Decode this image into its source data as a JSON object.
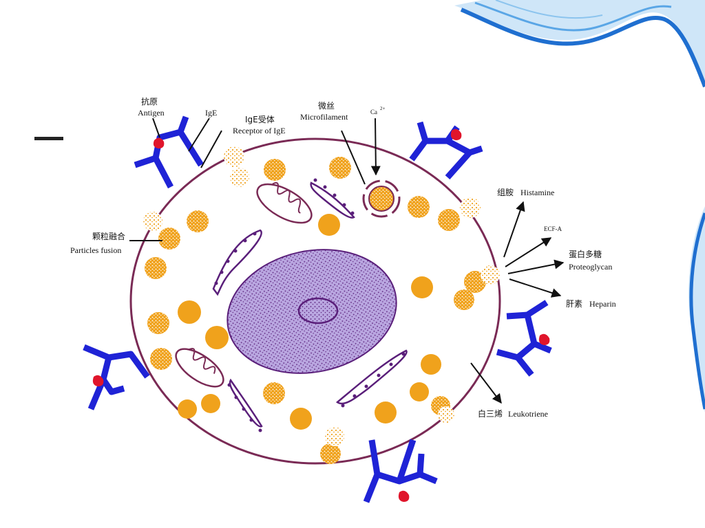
{
  "colors": {
    "membrane": "#7a2a55",
    "granule": "#f0a21c",
    "antibody": "#1f23d6",
    "antigen": "#e0152b",
    "nucleus": "#b9a6e0",
    "organelle": "#5a1f7a",
    "swirl": "#1f6fd0"
  },
  "labels": {
    "antigen_cn": "抗原",
    "antigen_en": "Antigen",
    "ige": "IgE",
    "receptor_cn": "IgE受体",
    "receptor_en": "Receptor of IgE",
    "microfilament_cn": "微丝",
    "microfilament_en": "Microfilament",
    "calcium": "Ca",
    "calcium_charge": "2+",
    "fusion_cn": "颗粒融合",
    "fusion_en": "Particles fusion",
    "histamine_cn": "组胺",
    "histamine_en": "Histamine",
    "ecfa": "ECF-A",
    "proteoglycan_cn": "蛋白多糖",
    "proteoglycan_en": "Proteoglycan",
    "heparin_cn": "肝素",
    "heparin_en": "Heparin",
    "leukotriene_cn": "白三烯",
    "leukotriene_en": "Leukotriene"
  },
  "icons": [
    "swirl-decoration",
    "title-bar"
  ]
}
